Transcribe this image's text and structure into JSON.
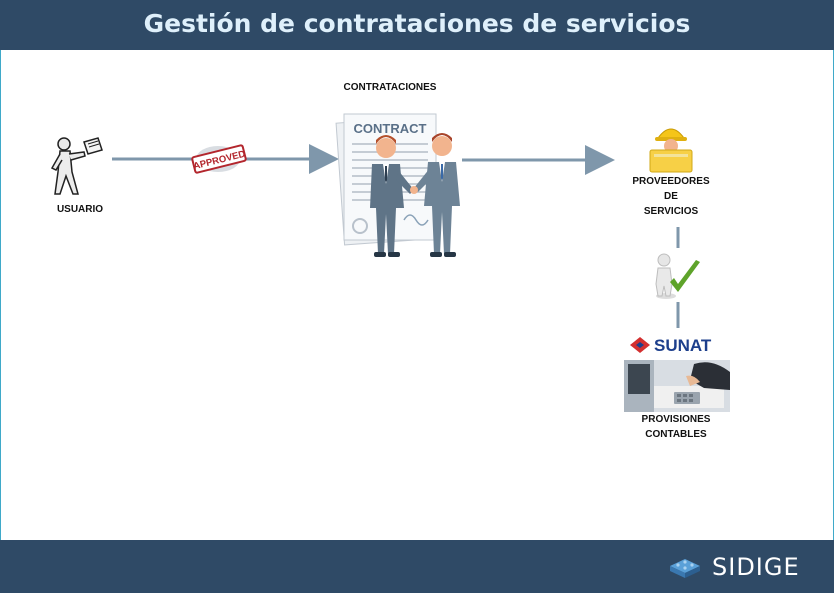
{
  "header": {
    "title": "Gestión de contrataciones de servicios"
  },
  "nodes": {
    "contrataciones": {
      "label": "CONTRATACIONES",
      "document_title": "CONTRACT"
    },
    "usuario": {
      "label": "USUARIO"
    },
    "stamp": {
      "text": "APPROVED"
    },
    "proveedores": {
      "label_lines": [
        "PROVEEDORES",
        "DE",
        "SERVICIOS"
      ]
    },
    "sunat": {
      "logo_text": "SUNAT"
    },
    "provisiones": {
      "label_lines": [
        "PROVISIONES",
        "CONTABLES"
      ]
    }
  },
  "footer": {
    "brand": "SIDIGE"
  },
  "colors": {
    "header_bg": "#2f4a66",
    "connector": "#7f97ab",
    "title_text": "#dff0fb",
    "check": "#5ea32a",
    "stamp": "#b3262d",
    "sunat_red": "#d32f2f",
    "sunat_blue": "#1d3f8c"
  },
  "icons": [
    "user-with-document-icon",
    "approved-stamp-icon",
    "contract-handshake-icon",
    "worker-helmet-icon",
    "person-check-icon",
    "sunat-accounting-photo",
    "sidige-logo-icon"
  ]
}
